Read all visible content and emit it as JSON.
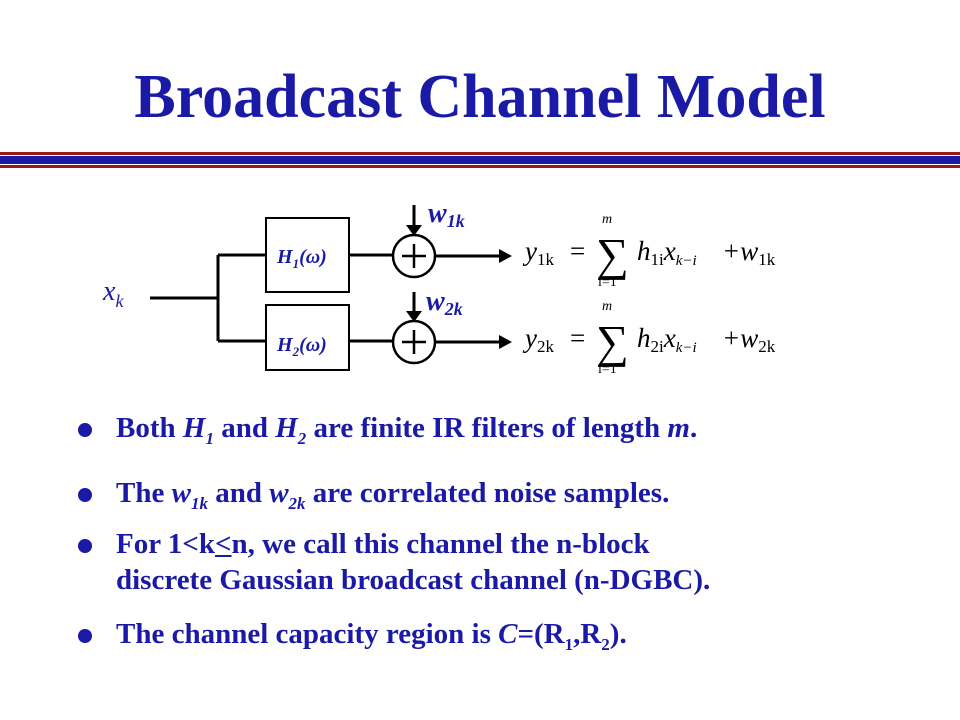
{
  "title": "Broadcast Channel Model",
  "colors": {
    "accent": "#1a1aa6",
    "rule_red": "#a01818"
  },
  "diagram": {
    "input_label": "x",
    "input_sub": "k",
    "filter1": {
      "h": "H",
      "sub": "1",
      "arg": "(ω)"
    },
    "filter2": {
      "h": "H",
      "sub": "2",
      "arg": "(ω)"
    },
    "noise1": {
      "w": "w",
      "sub": "1k"
    },
    "noise2": {
      "w": "w",
      "sub": "2k"
    },
    "eq1": {
      "lhs": "y",
      "lhs_sub": "1k",
      "eq": "=",
      "sum_top": "m",
      "sum_bot": "i=1",
      "h": "h",
      "h_sub": "1i",
      "x": "x",
      "x_sub": "k−i",
      "plus": "+w",
      "w_sub": "1k"
    },
    "eq2": {
      "lhs": "y",
      "lhs_sub": "2k",
      "eq": "=",
      "sum_top": "m",
      "sum_bot": "i=1",
      "h": "h",
      "h_sub": "2i",
      "x": "x",
      "x_sub": "k−i",
      "plus": "+w",
      "w_sub": "2k"
    }
  },
  "bullets": {
    "b1": {
      "p1": "Both ",
      "h1": "H",
      "h1s": "1",
      "p2": " and ",
      "h2": "H",
      "h2s": "2",
      "p3": " are finite IR filters of length ",
      "m": "m",
      "p4": "."
    },
    "b2": {
      "p1": "The ",
      "w1": "w",
      "w1s": "1k",
      "p2": " and ",
      "w2": "w",
      "w2s": "2k",
      "p3": " are correlated noise samples."
    },
    "b3": {
      "p1": "For 1<k",
      "lt": "<",
      "p2": "n, we call this channel the n-block",
      "line2": "discrete Gaussian broadcast channel (n-DGBC)."
    },
    "b4": {
      "p1": "The channel capacity region is ",
      "c": "C",
      "p2": "=(R",
      "s1": "1",
      "p3": ",R",
      "s2": "2",
      "p4": ")."
    }
  }
}
